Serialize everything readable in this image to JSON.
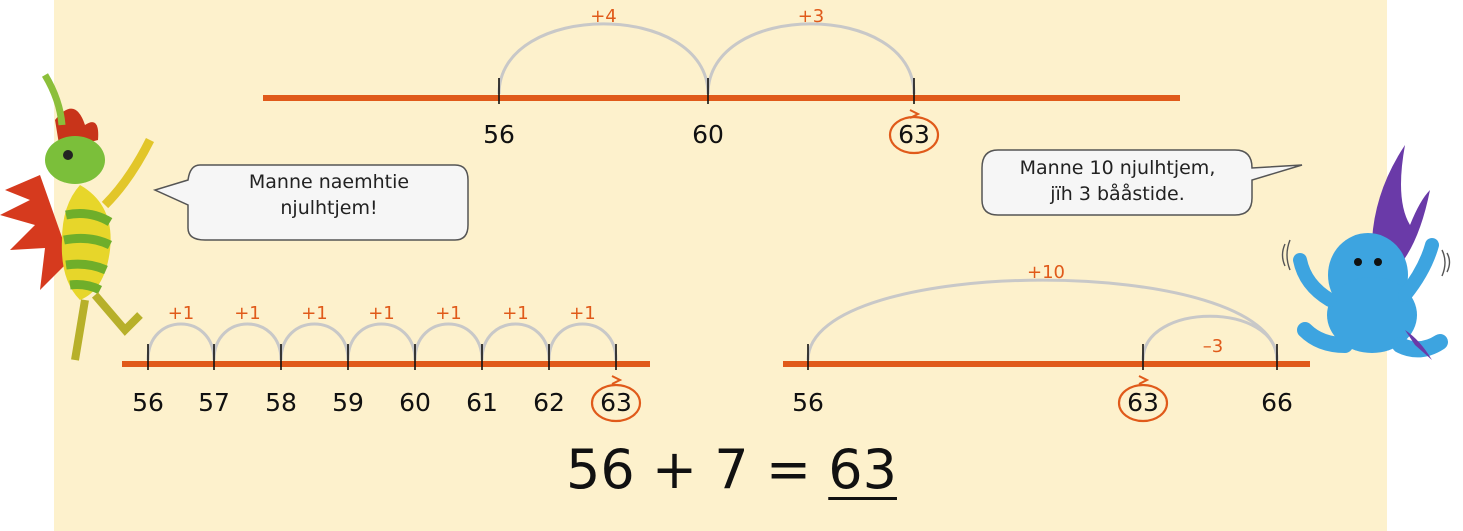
{
  "colors": {
    "background": "#fdf1cc",
    "number_line": "#e05a1a",
    "arc": "#c8c8c8",
    "jump_label": "#e05a1a",
    "circle": "#e05a1a"
  },
  "number_lines": [
    {
      "id": "top",
      "ticks": [
        "56",
        "60",
        "63"
      ],
      "jumps": [
        {
          "from": "56",
          "to": "60",
          "label": "+4"
        },
        {
          "from": "60",
          "to": "63",
          "label": "+3"
        }
      ],
      "answer": "63"
    },
    {
      "id": "bottom_left",
      "ticks": [
        "56",
        "57",
        "58",
        "59",
        "60",
        "61",
        "62",
        "63"
      ],
      "jumps": [
        {
          "from": "56",
          "to": "57",
          "label": "+1"
        },
        {
          "from": "57",
          "to": "58",
          "label": "+1"
        },
        {
          "from": "58",
          "to": "59",
          "label": "+1"
        },
        {
          "from": "59",
          "to": "60",
          "label": "+1"
        },
        {
          "from": "60",
          "to": "61",
          "label": "+1"
        },
        {
          "from": "61",
          "to": "62",
          "label": "+1"
        },
        {
          "from": "62",
          "to": "63",
          "label": "+1"
        }
      ],
      "answer": "63"
    },
    {
      "id": "bottom_right",
      "ticks": [
        "56",
        "63",
        "66"
      ],
      "jumps": [
        {
          "from": "56",
          "to": "66",
          "label": "+10"
        },
        {
          "from": "66",
          "to": "63",
          "label": "–3"
        }
      ],
      "answer": "63"
    }
  ],
  "bubbles": {
    "left": {
      "line1": "Manne naemhtie",
      "line2": "njulhtjem!"
    },
    "right": {
      "line1": "Manne 10 njulhtjem,",
      "line2": "jïh 3 bååstide."
    }
  },
  "equation": {
    "left": "56 + 7 =",
    "answer": "63"
  },
  "characters": {
    "left": "green-creature-icon",
    "right": "blue-creature-icon"
  }
}
